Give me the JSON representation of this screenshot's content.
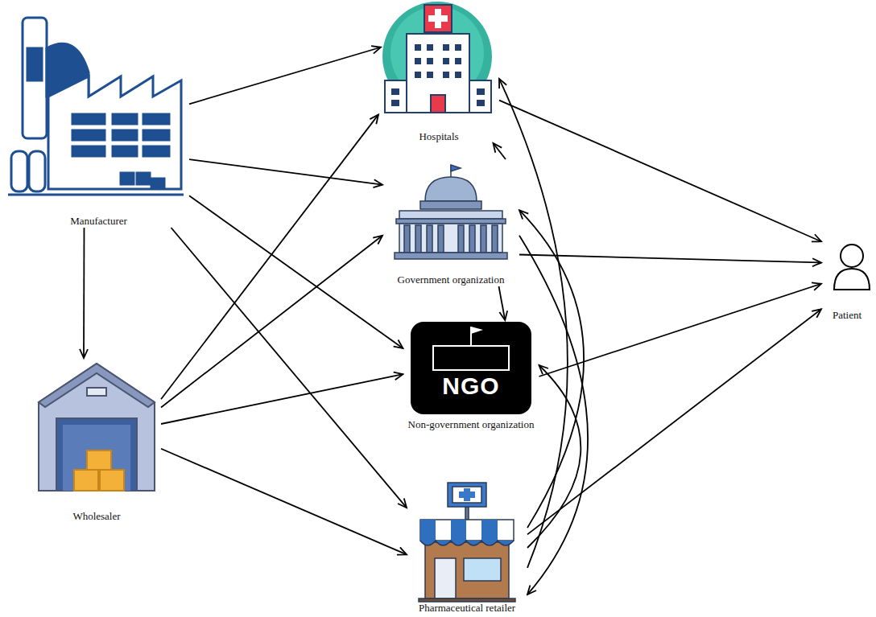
{
  "diagram": {
    "nodes": [
      {
        "text": [
          "Manufacturer"
        ]
      },
      {
        "text": [
          "Hospitals"
        ]
      },
      {
        "text": [
          "Government organization"
        ]
      },
      {
        "text": [
          "NGO",
          "Non-government organization"
        ]
      },
      {
        "text": [
          "Wholesaler"
        ]
      },
      {
        "text": [
          "Pharmaceutical retailer"
        ]
      },
      {
        "text": [
          "Patient"
        ]
      }
    ],
    "edges": [
      {
        "from": 0,
        "to": 1,
        "arrow": "to"
      },
      {
        "from": 0,
        "to": 2,
        "arrow": "to"
      },
      {
        "from": 0,
        "to": 3,
        "arrow": "to"
      },
      {
        "from": 0,
        "to": 5,
        "arrow": "to"
      },
      {
        "from": 0,
        "to": 4,
        "arrow": "to"
      },
      {
        "from": 4,
        "to": 1,
        "arrow": "to"
      },
      {
        "from": 4,
        "to": 2,
        "arrow": "to"
      },
      {
        "from": 4,
        "to": 3,
        "arrow": "to"
      },
      {
        "from": 4,
        "to": 5,
        "arrow": "to"
      },
      {
        "from": 2,
        "to": 1,
        "arrow": "to"
      },
      {
        "from": 2,
        "to": 3,
        "arrow": "to"
      },
      {
        "from": 5,
        "to": 1,
        "arrow": "to"
      },
      {
        "from": 5,
        "to": 2,
        "arrow": "to"
      },
      {
        "from": 5,
        "to": 3,
        "arrow": "to"
      },
      {
        "from": 2,
        "to": 5,
        "arrow": "to"
      },
      {
        "from": 1,
        "to": 6,
        "arrow": "to"
      },
      {
        "from": 2,
        "to": 6,
        "arrow": "to"
      },
      {
        "from": 3,
        "to": 6,
        "arrow": "to"
      },
      {
        "from": 5,
        "to": 6,
        "arrow": "to"
      }
    ]
  }
}
